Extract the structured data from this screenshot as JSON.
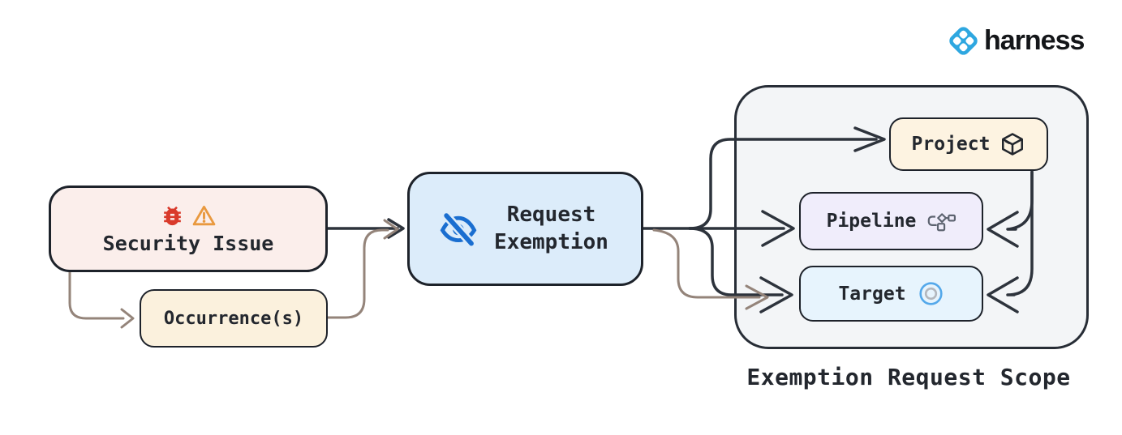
{
  "logo": {
    "brand": "harness",
    "icon_color": "#2ea7e0",
    "text_color": "#141619"
  },
  "nodes": {
    "security_issue": {
      "label": "Security Issue",
      "fill": "#fbeeeb",
      "icons": [
        "bug-icon",
        "warning-icon"
      ]
    },
    "occurrence": {
      "label": "Occurrence(s)",
      "fill": "#fbf1dd"
    },
    "request_exemption": {
      "label": "Request Exemption",
      "fill": "#dcecfa",
      "icon": "eye-off-icon"
    },
    "project": {
      "label": "Project",
      "fill": "#fdf3e1",
      "icon": "package-cube-icon"
    },
    "pipeline": {
      "label": "Pipeline",
      "fill": "#f0edfb",
      "icon": "pipeline-graph-icon"
    },
    "target": {
      "label": "Target",
      "fill": "#e7f4fd",
      "icon": "target-icon"
    }
  },
  "scope": {
    "title": "Exemption Request Scope",
    "fill": "#f3f5f7"
  },
  "edges": [
    {
      "from": "security-issue",
      "to": "request-exemption",
      "color": "dark"
    },
    {
      "from": "security-issue",
      "to": "occurrence",
      "color": "tan"
    },
    {
      "from": "occurrence",
      "to": "request-exemption",
      "color": "tan"
    },
    {
      "from": "request-exemption",
      "to": "project",
      "color": "dark"
    },
    {
      "from": "request-exemption",
      "to": "pipeline",
      "color": "dark"
    },
    {
      "from": "request-exemption",
      "to": "target",
      "color": "dark"
    },
    {
      "from": "occurrence",
      "to": "target",
      "color": "tan"
    },
    {
      "from": "project",
      "to": "pipeline",
      "color": "dark"
    },
    {
      "from": "project",
      "to": "target",
      "color": "dark"
    }
  ],
  "colors": {
    "node_border": "#1d222a",
    "edge_dark": "#2d333c",
    "edge_tan": "#94847a",
    "bug_red": "#d93a2b",
    "warning_orange": "#e9993f",
    "eye_blue": "#1a6ed0",
    "pipeline_icon_gray": "#5d6370",
    "target_icon_blue": "#54a8ea",
    "target_icon_gray": "#b3b7bd",
    "text": "#23272e"
  }
}
